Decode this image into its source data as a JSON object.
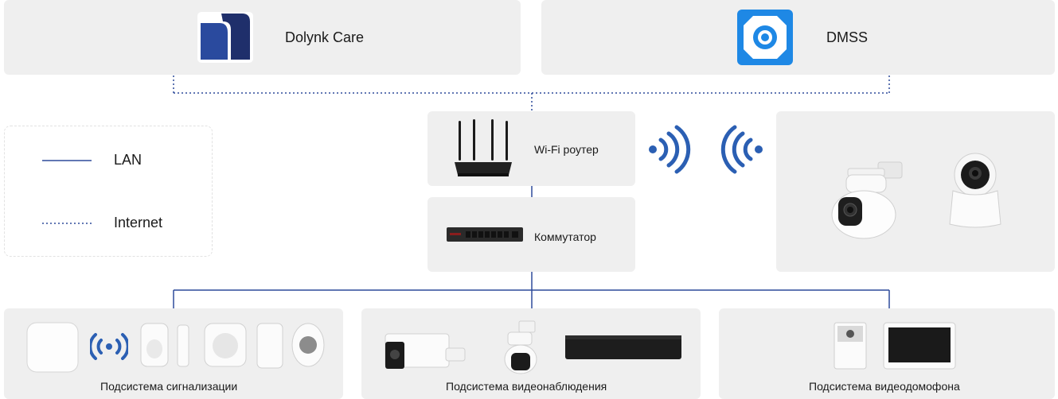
{
  "apps": {
    "dolynk": {
      "label": "Dolynk Care",
      "icon": "dolynk-care-logo-icon"
    },
    "dmss": {
      "label": "DMSS",
      "icon": "dmss-eye-logo-icon"
    }
  },
  "legend": {
    "lan": "LAN",
    "internet": "Internet"
  },
  "network": {
    "router": {
      "label": "Wi-Fi роутер",
      "icon": "wifi-router-icon"
    },
    "switch": {
      "label": "Коммутатор",
      "icon": "network-switch-icon"
    }
  },
  "subsystems": {
    "alarm": "Подсистема сигнализации",
    "video": "Подсистема видеонаблюдения",
    "intercom": "Подсистема видеодомофона"
  },
  "colors": {
    "line": "#2d4a9a",
    "wifi": "#2b5fb3",
    "panel": "#efefef",
    "dolynk_dark": "#1f2f6b",
    "dmss_blue": "#1e88e5"
  }
}
